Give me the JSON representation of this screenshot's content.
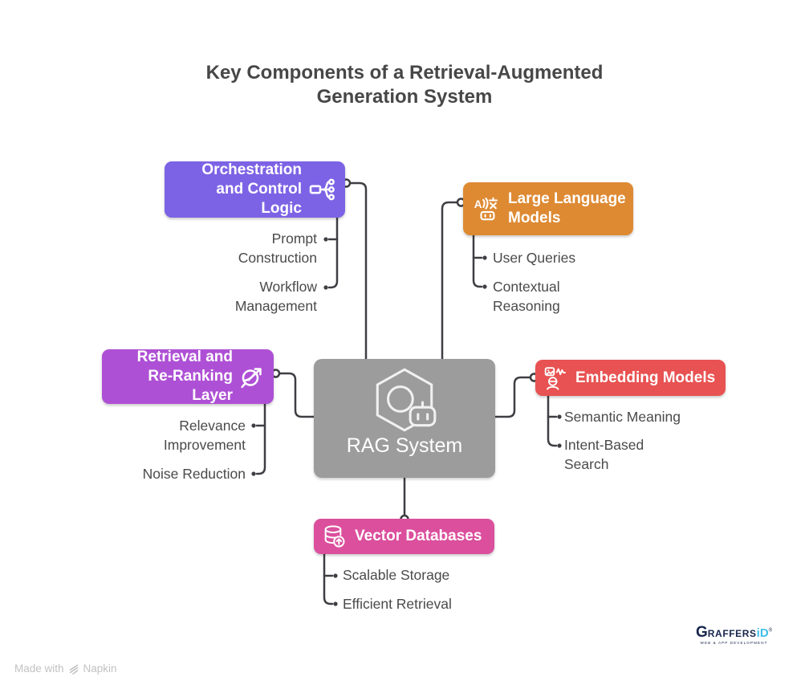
{
  "title": "Key Components of a Retrieval-Augmented Generation System",
  "center": {
    "label": "RAG System"
  },
  "nodes": {
    "orchestration": {
      "label": "Orchestration and Control Logic",
      "color": "#7C63E5",
      "items": [
        "Prompt Construction",
        "Workflow Management"
      ]
    },
    "llm": {
      "label": "Large Language Models",
      "color": "#DE8A33",
      "items": [
        "User Queries",
        "Contextual Reasoning"
      ]
    },
    "retrieval": {
      "label": "Retrieval and Re-Ranking Layer",
      "color": "#AE50D5",
      "items": [
        "Relevance Improvement",
        "Noise Reduction"
      ]
    },
    "embedding": {
      "label": "Embedding Models",
      "color": "#E85252",
      "items": [
        "Semantic Meaning",
        "Intent-Based Search"
      ]
    },
    "vectordb": {
      "label": "Vector Databases",
      "color": "#DB4F9D",
      "items": [
        "Scalable Storage",
        "Efficient Retrieval"
      ]
    }
  },
  "colors": {
    "center": "#9C9C9C",
    "connector": "#3E3E43",
    "item_text": "#4A4A4A",
    "title_text": "#474747"
  },
  "icons": {
    "orchestration": "workflow-icon",
    "llm": "language-model-icon",
    "retrieval": "search-rerank-icon",
    "embedding": "embedding-icon",
    "vectordb": "database-upload-icon",
    "center": "hexagon-robot-icon"
  },
  "footer": {
    "made_with": "Made with",
    "brand": "Napkin"
  },
  "logo": {
    "g": "G",
    "rest": "RAFFERS",
    "accent": "iD",
    "registered": "®",
    "tagline": "WEB & APP DEVELOPMENT"
  }
}
